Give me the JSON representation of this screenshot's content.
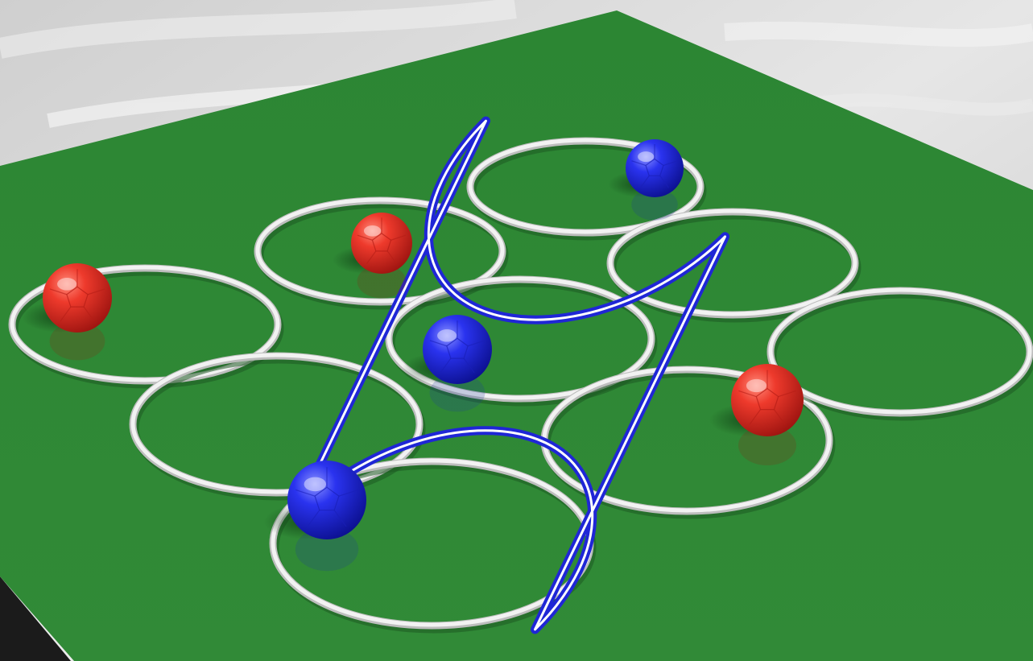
{
  "game": {
    "board": {
      "type": "tic-tac-toe",
      "rows": 3,
      "cols": 3,
      "cells": [
        [
          "red",
          "red",
          "blue"
        ],
        [
          "empty",
          "blue",
          "empty"
        ],
        [
          "blue",
          "red",
          "empty"
        ]
      ]
    },
    "players": {
      "red": {
        "color": "#e02a22"
      },
      "blue": {
        "color": "#1c2ee0"
      }
    },
    "winner": "blue",
    "winning_line": [
      [
        0,
        2
      ],
      [
        1,
        1
      ],
      [
        2,
        0
      ]
    ],
    "colors": {
      "board": "#2f8a35",
      "ring": "#f2f2f2",
      "highlight": "#1f26d6",
      "background": "#d9d9d9"
    }
  }
}
